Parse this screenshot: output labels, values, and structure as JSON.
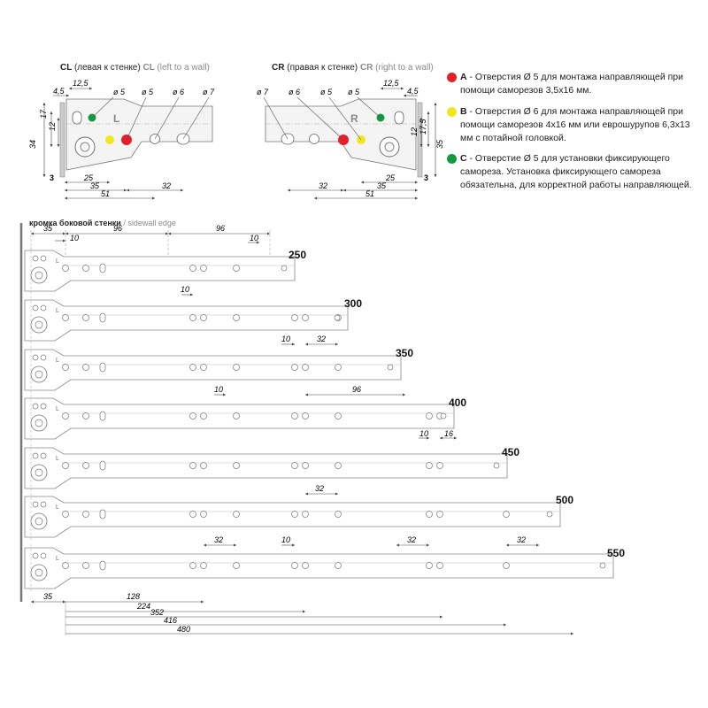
{
  "detail_left": {
    "code": "CL",
    "title_ru": "(левая к стенке)",
    "code2": "CL",
    "title_en": "(left to a wall)",
    "side_letter": "L",
    "holes": [
      "ø 5",
      "ø 5",
      "ø 6",
      "ø 7"
    ],
    "dims": [
      "12,5",
      "4,5",
      "17",
      "12",
      "34",
      "3",
      "25",
      "35",
      "51",
      "32"
    ]
  },
  "detail_right": {
    "code": "CR",
    "title_ru": "(правая к стенке)",
    "code2": "CR",
    "title_en": "(right to a wall)",
    "side_letter": "R",
    "holes": [
      "ø 7",
      "ø 6",
      "ø 5",
      "ø 5"
    ],
    "dims": [
      "12,5",
      "4,5",
      "12",
      "17,5",
      "35",
      "3",
      "25",
      "35",
      "51",
      "32"
    ]
  },
  "legend": [
    {
      "letter": "A",
      "color": "#e3202a",
      "text": " - Отверстия Ø 5 для монтажа направляющей при помощи саморезов 3,5х16 мм."
    },
    {
      "letter": "B",
      "color": "#f4e61c",
      "text": " - Отверстия Ø 6 для монтажа направляющей при помощи саморезов 4х16 мм или еврошурупов 6,3х13 мм с потайной головкой."
    },
    {
      "letter": "C",
      "color": "#139a3f",
      "text": " - Отверстие Ø 5 для установки фиксирующего самореза. Установка фиксирующего самореза обязательна, для корректной работы направляющей."
    }
  ],
  "edge_label": {
    "ru": "кромка боковой стенки",
    "en": " / sidewall edge"
  },
  "top_dims": [
    "35",
    "10",
    "96",
    "96",
    "10"
  ],
  "rail_letter": "L",
  "rails": [
    {
      "length": "250"
    },
    {
      "length": "300"
    },
    {
      "length": "350"
    },
    {
      "length": "400"
    },
    {
      "length": "450"
    },
    {
      "length": "500"
    },
    {
      "length": "550"
    }
  ],
  "inner_dims": [
    {
      "rail": 1,
      "labels": [
        "10"
      ]
    },
    {
      "rail": 2,
      "labels": [
        "10",
        "32"
      ]
    },
    {
      "rail": 3,
      "labels": [
        "10",
        "96"
      ]
    },
    {
      "rail": 4,
      "labels": [
        "10",
        "16"
      ]
    },
    {
      "rail": 5,
      "labels": [
        "32"
      ]
    },
    {
      "rail": 6,
      "labels": [
        "32",
        "10",
        "32",
        "32"
      ]
    }
  ],
  "bottom_dims": [
    "35",
    "128",
    "224",
    "352",
    "416",
    "480"
  ]
}
